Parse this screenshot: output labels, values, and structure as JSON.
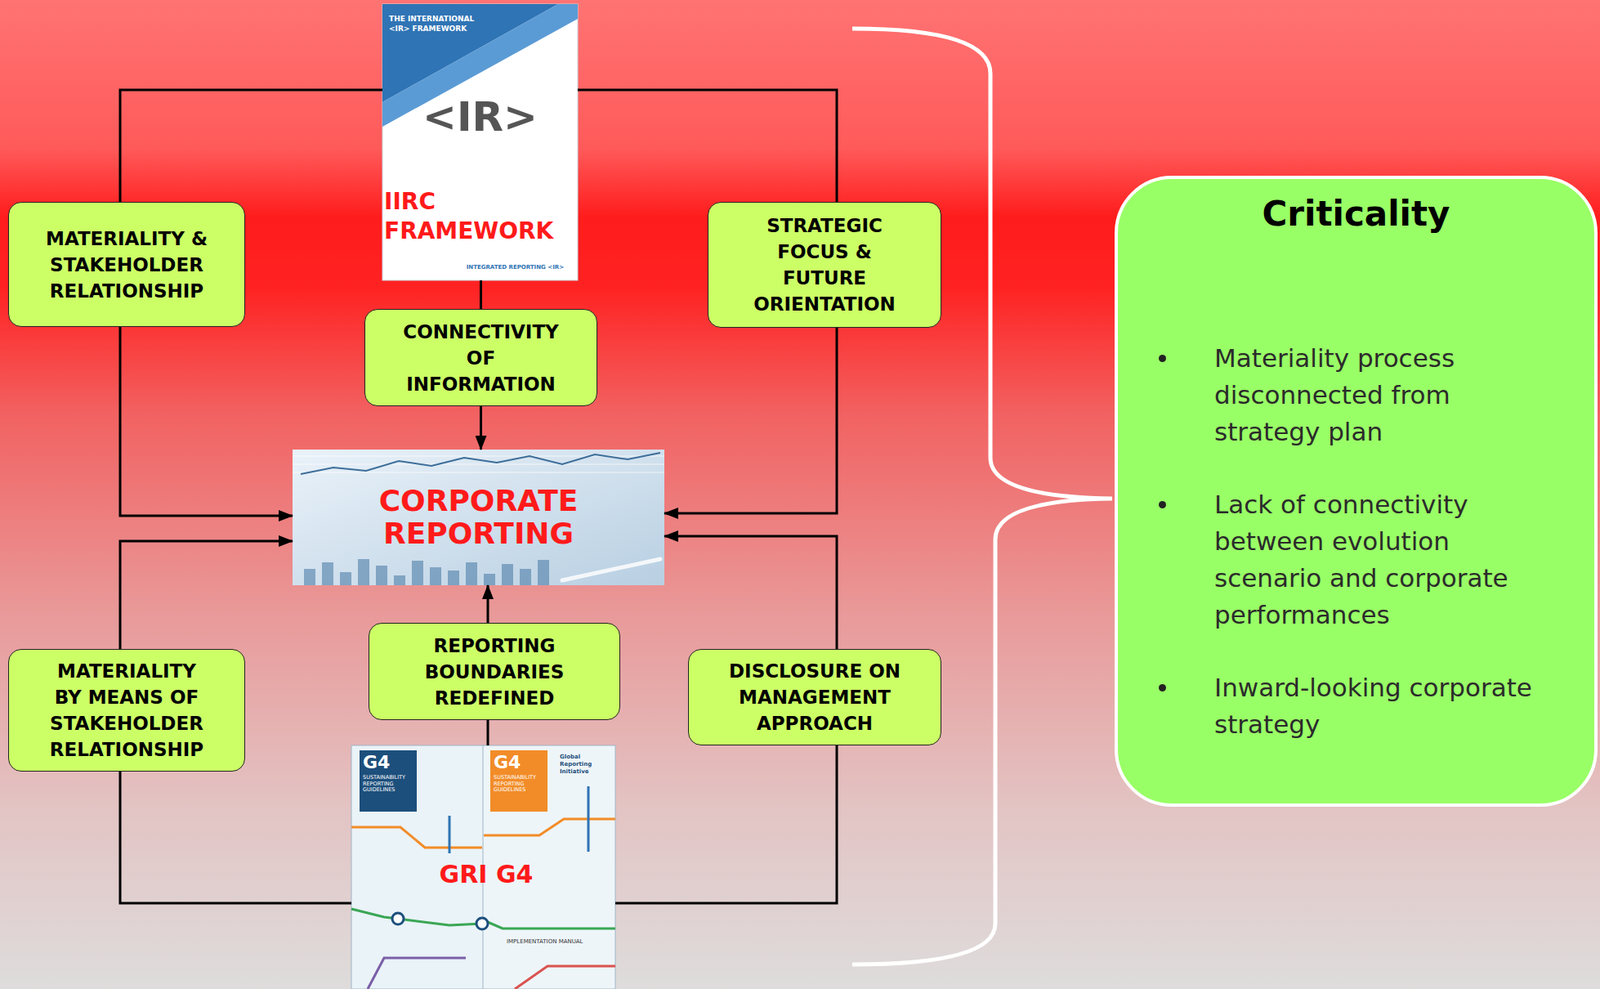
{
  "diagram": {
    "nodes": [
      {
        "text": [
          "THE INTERNATIONAL <IR> FRAMEWORK",
          "<IR>",
          "IIRC FRAMEWORK",
          "INTEGRATED REPORTING <IR>"
        ]
      },
      {
        "text": [
          "MATERIALITY & STAKEHOLDER RELATIONSHIP"
        ]
      },
      {
        "text": [
          "STRATEGIC FOCUS & FUTURE ORIENTATION"
        ]
      },
      {
        "text": [
          "CONNECTIVITY OF INFORMATION"
        ]
      },
      {
        "text": [
          "CORPORATE REPORTING"
        ]
      },
      {
        "text": [
          "REPORTING BOUNDARIES REDEFINED"
        ]
      },
      {
        "text": [
          "MATERIALITY BY MEANS OF STAKEHOLDER RELATIONSHIP"
        ]
      },
      {
        "text": [
          "DISCLOSURE ON MANAGEMENT APPROACH"
        ]
      },
      {
        "text": [
          "G4",
          "SUSTAINABILITY REPORTING GUIDELINES",
          "G4",
          "SUSTAINABILITY REPORTING GUIDELINES",
          "Global Reporting Initiative",
          "GRI G4",
          "IMPLEMENTATION MANUAL"
        ]
      },
      {
        "text": [
          "Criticality",
          "Materiality process disconnected from strategy plan",
          "Lack of connectivity between evolution scenario and corporate performances",
          "Inward-looking corporate strategy"
        ]
      }
    ],
    "edges": [
      {
        "from": 0,
        "to": 1,
        "arrow": "none"
      },
      {
        "from": 1,
        "to": 4,
        "arrow": "to"
      },
      {
        "from": 0,
        "to": 2,
        "arrow": "none"
      },
      {
        "from": 2,
        "to": 4,
        "arrow": "to"
      },
      {
        "from": 0,
        "to": 3,
        "arrow": "none"
      },
      {
        "from": 3,
        "to": 4,
        "arrow": "to"
      },
      {
        "from": 8,
        "to": 5,
        "arrow": "none"
      },
      {
        "from": 5,
        "to": 4,
        "arrow": "to"
      },
      {
        "from": 8,
        "to": 6,
        "arrow": "none"
      },
      {
        "from": 6,
        "to": 4,
        "arrow": "to"
      },
      {
        "from": 8,
        "to": 7,
        "arrow": "none"
      },
      {
        "from": 7,
        "to": 4,
        "arrow": "to"
      }
    ]
  }
}
